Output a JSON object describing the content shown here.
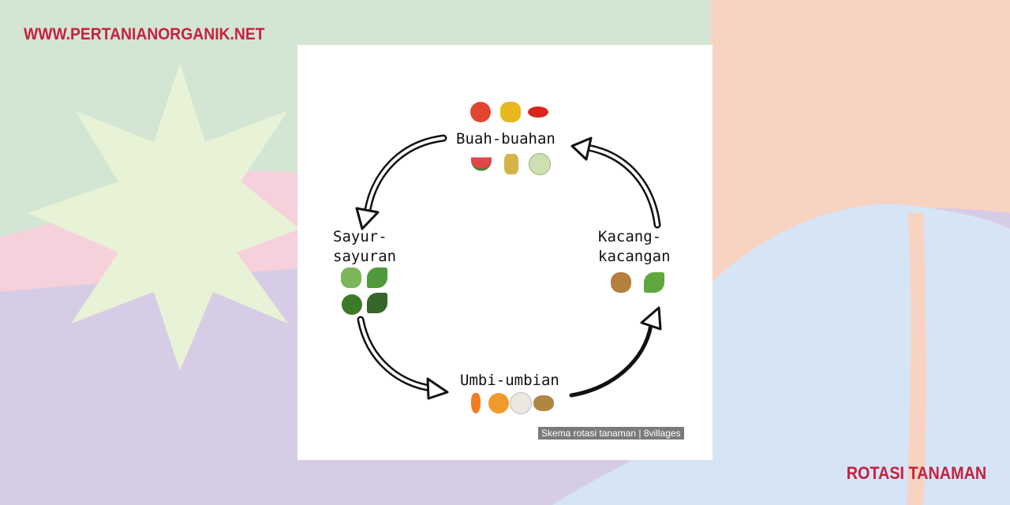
{
  "header": {
    "site_name": "WWW.PERTANIANORGANIK.NET"
  },
  "footer": {
    "title": "ROTASI TANAMAN"
  },
  "colors": {
    "accent": "#c8203f",
    "caption_bg": "#7a7a7a"
  },
  "diagram": {
    "nodes": {
      "buah": {
        "label": "Buah-buahan",
        "icons": [
          "tomato-icon",
          "corn-icon",
          "chili-icon",
          "watermelon-icon",
          "rice-icon",
          "melon-icon"
        ]
      },
      "sayur": {
        "label_line1": "Sayur-",
        "label_line2": "sayuran",
        "icons": [
          "celery-icon",
          "lettuce-icon",
          "broccoli-icon",
          "kale-icon"
        ]
      },
      "kacang": {
        "label_line1": "Kacang-",
        "label_line2": "kacangan",
        "icons": [
          "peanut-icon",
          "peapod-icon"
        ]
      },
      "umbi": {
        "label": "Umbi-umbian",
        "icons": [
          "carrot-icon",
          "onion-icon",
          "garlic-icon",
          "potato-icon"
        ]
      }
    },
    "caption": "Skema rotasi tanaman | 8villages"
  }
}
